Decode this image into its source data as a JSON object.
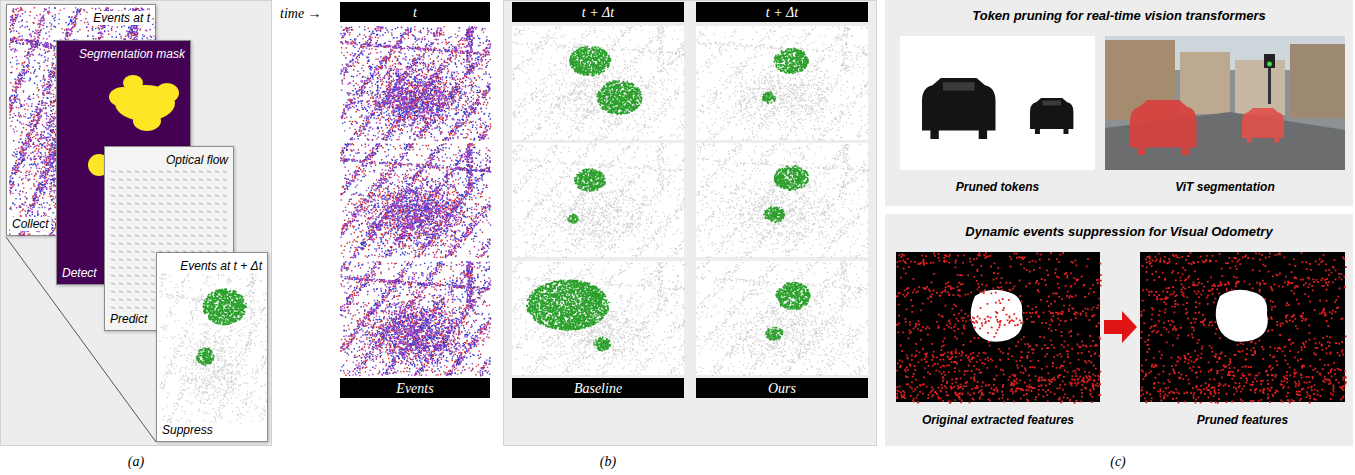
{
  "diagram": {
    "nodes": [
      {
        "text": [
          "Events at t",
          "Collect"
        ]
      },
      {
        "text": [
          "Segmentation mask",
          "Detect"
        ]
      },
      {
        "text": [
          "Optical flow",
          "Predict"
        ]
      },
      {
        "text": [
          "Events at t + Δt",
          "Suppress"
        ]
      },
      {
        "text": [
          "t"
        ]
      },
      {
        "text": [
          "t + Δt"
        ]
      },
      {
        "text": [
          "t + Δt"
        ]
      },
      {
        "text": [
          "Events"
        ]
      },
      {
        "text": [
          "Baseline"
        ]
      },
      {
        "text": [
          "Ours"
        ]
      },
      {
        "text": [
          "Token pruning for real-time vision transformers",
          "Pruned tokens",
          "ViT segmentation"
        ]
      },
      {
        "text": [
          "Dynamic events suppression for Visual Odometry",
          "Original extracted features",
          "Pruned features"
        ]
      }
    ],
    "labels": [
      "time →",
      "(a)",
      "(b)",
      "(c)"
    ]
  }
}
